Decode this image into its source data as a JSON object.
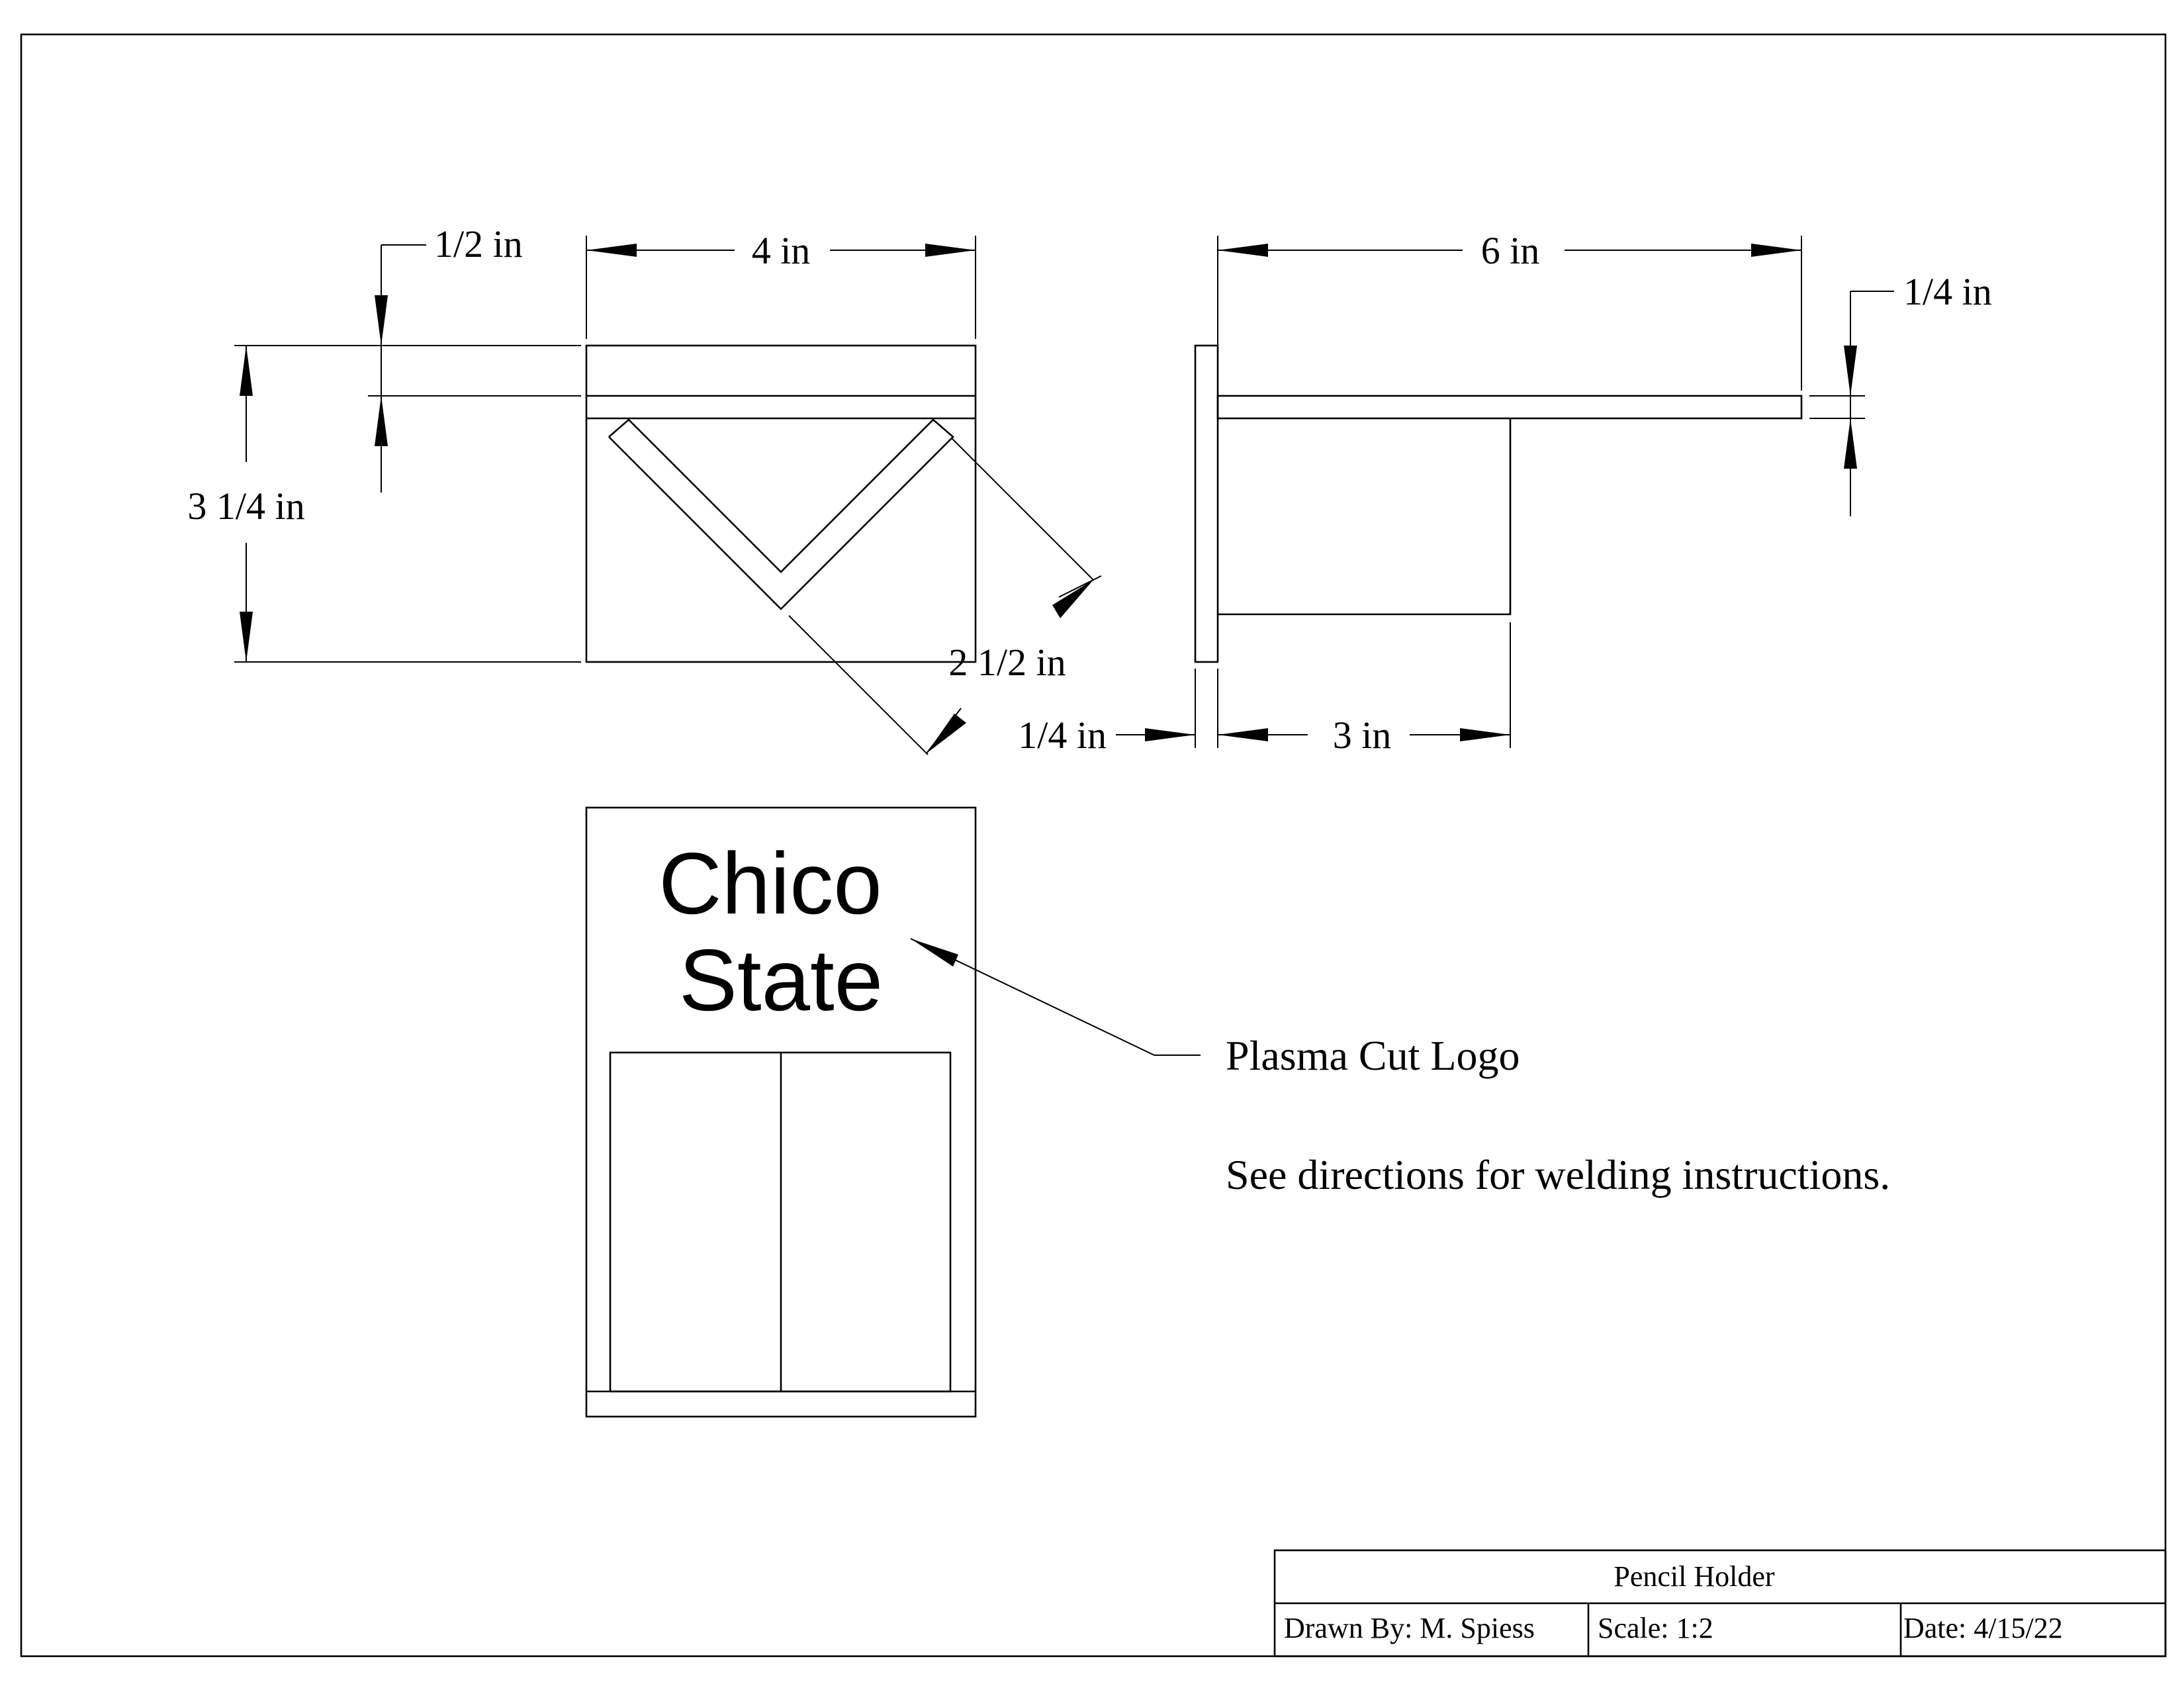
{
  "dimensions": {
    "half_in": "1/2 in",
    "four_in": "4 in",
    "three_quarter_in": "3 1/4 in",
    "two_half_in": "2 1/2 in",
    "six_in": "6 in",
    "quarter_in_right": "1/4 in",
    "quarter_in_bottom": "1/4 in",
    "three_in": "3 in"
  },
  "logo": {
    "line1": "Chico",
    "line2": "State"
  },
  "notes": {
    "logo_callout": "Plasma Cut Logo",
    "instructions": "See directions for welding instructions."
  },
  "title_block": {
    "title": "Pencil Holder",
    "drawn_by": "Drawn By: M. Spiess",
    "scale": "Scale:  1:2",
    "date": "Date: 4/15/22"
  }
}
